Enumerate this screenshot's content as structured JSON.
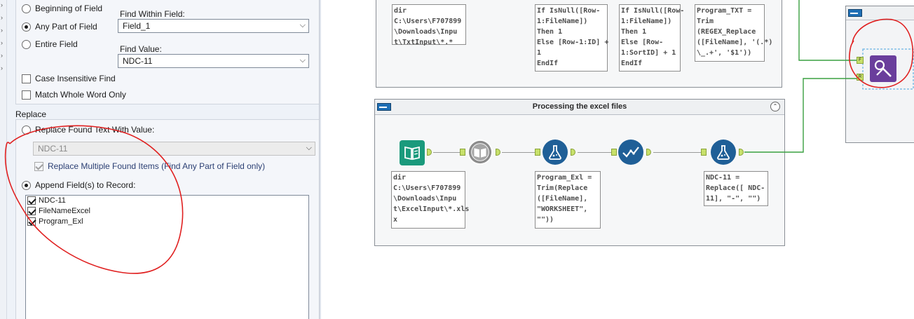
{
  "find": {
    "options": {
      "beginning": "Beginning of Field",
      "any_part": "Any Part of Field",
      "entire": "Entire Field"
    },
    "selected_option": "any_part",
    "find_within_label": "Find Within Field:",
    "find_within_value": "Field_1",
    "find_value_label": "Find Value:",
    "find_value_value": "NDC-11",
    "case_insensitive": "Case Insensitive Find",
    "case_insensitive_checked": false,
    "whole_word": "Match Whole Word Only",
    "whole_word_checked": false
  },
  "replace": {
    "title": "Replace",
    "replace_found_label": "Replace Found Text With Value:",
    "replace_value": "NDC-11",
    "replace_multiple_label": "Replace Multiple Found Items (Find Any Part of Field only)",
    "append_label": "Append Field(s) to Record:",
    "append_fields": [
      {
        "name": "NDC-11",
        "checked": true
      },
      {
        "name": "FileNameExcel",
        "checked": true
      },
      {
        "name": "Program_Exl",
        "checked": true
      }
    ]
  },
  "canvas": {
    "top_container": {
      "annotations": [
        "dir\nC:\\Users\\F707899\n\\Downloads\\Inpu\nt\\TxtInput\\*.*",
        "If IsNull([Row-\n1:FileName])\nThen 1\nElse [Row-1:ID] +\n1\nEndIf",
        "If IsNull([Row-\n1:FileName])\nThen 1\nElse [Row-\n1:SortID] + 1\nEndIf",
        "Program_TXT =\nTrim\n(REGEX_Replace\n([FileName], '(.*)\n\\_.+', '$1'))"
      ]
    },
    "excel_container": {
      "title": "Processing the excel files",
      "collapse_glyph": "⌃",
      "annotations": [
        "dir\nC:\\Users\\F707899\n\\Downloads\\Inpu\nt\\ExcelInput\\*.xls\nx",
        "Program_Exl =\nTrim(Replace\n([FileName],\n\"WORKSHEET\",\n\"\"))",
        "NDC-11 =\nReplace([ NDC-\n11], \"-\", \"\")"
      ]
    },
    "find_replace_tool": {
      "anchor_f": "F",
      "anchor_r": "R"
    },
    "colors": {
      "tool_blue": "#1f5f97",
      "tool_green": "#1a9a7c",
      "find_replace_purple": "#6a3e9c",
      "connector_green": "#3aa040",
      "highlight_red": "#e02020"
    }
  }
}
